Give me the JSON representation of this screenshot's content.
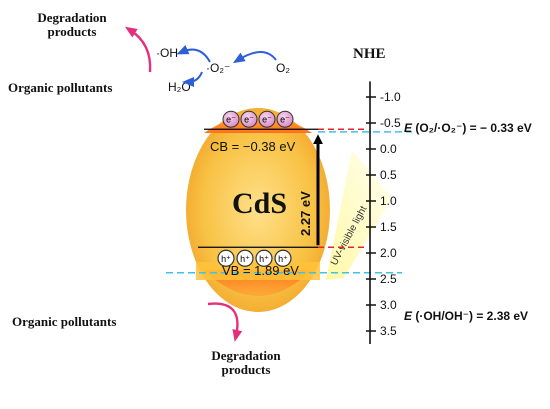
{
  "scale": {
    "title": "NHE",
    "ticks": [
      {
        "value": -1.0,
        "label": "-1.0"
      },
      {
        "value": -0.5,
        "label": "-0.5"
      },
      {
        "value": 0.0,
        "label": "0.0"
      },
      {
        "value": 0.5,
        "label": "0.5"
      },
      {
        "value": 1.0,
        "label": "1.0"
      },
      {
        "value": 1.5,
        "label": "1.5"
      },
      {
        "value": 2.0,
        "label": "2.0"
      },
      {
        "value": 2.5,
        "label": "2.5"
      },
      {
        "value": 3.0,
        "label": "3.0"
      },
      {
        "value": 3.5,
        "label": "3.5"
      }
    ],
    "range": [
      -1.3,
      3.75
    ]
  },
  "levels": {
    "cb_value": -0.38,
    "vb_value": 1.89,
    "o2_value": -0.33,
    "oh_value": 2.38
  },
  "labels": {
    "material": "CdS",
    "band_gap": "2.27 eV",
    "cb": "CB = −0.38 eV",
    "vb": "VB = 1.89 eV",
    "light": "UV-visible light",
    "electron": "e⁻",
    "hole": "h⁺",
    "o2_potential_prefix": "E",
    "o2_potential_couple": " (O₂/·O₂⁻) ",
    "o2_potential_value": "= − 0.33 eV",
    "oh_potential_prefix": "E",
    "oh_potential_couple": " (·OH/OH⁻) ",
    "oh_potential_value": "= 2.38 eV",
    "top_degradation_line1": "Degradation",
    "top_degradation_line2": "products",
    "top_pollutants": "Organic pollutants",
    "oh_radical": "·OH",
    "h2o": "H₂O",
    "superoxide": "·O₂⁻",
    "o2": "O₂",
    "bottom_pollutants": "Organic pollutants",
    "bottom_degradation_line1": "Degradation",
    "bottom_degradation_line2": "products"
  },
  "counts": {
    "electrons": 4,
    "holes": 4
  },
  "colors": {
    "particle": "#f9c24a",
    "band_edge": "#ff7e1c",
    "dashed_red": "#e0262b",
    "dashed_cyan": "#3ec3e6",
    "electron_fill": "#e8a5d8",
    "arrow_pink": "#e4307c",
    "arrow_blue": "#2f5ed9",
    "light_beam": "#fffcb0"
  }
}
